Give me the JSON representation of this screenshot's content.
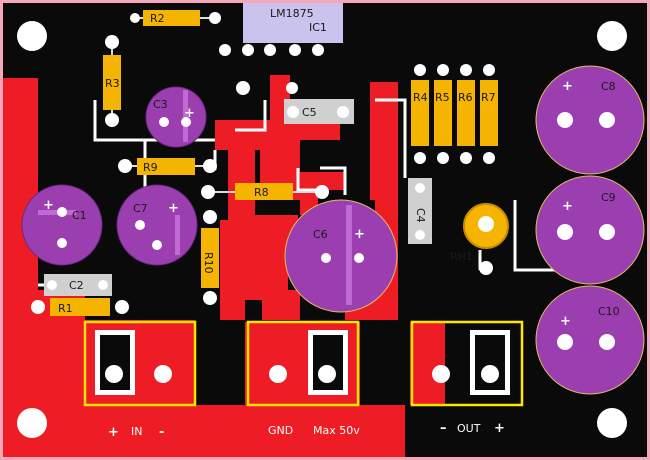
{
  "colors": {
    "border": "#f4a7b9",
    "board": "#0a0a0a",
    "copper": "#ee1c25",
    "mask": "#ffffff",
    "resistor": "#f5b400",
    "cap_electrolytic": "#9b3fb0",
    "cap_stroke": "#6a2a80",
    "cap_ceramic": "#d0d0d0",
    "ic_body": "#c9c3ee",
    "terminal_box": "#ffe600",
    "pad": "#ffffff"
  },
  "ic": {
    "part": "LM1875",
    "ref": "IC1"
  },
  "resistors": {
    "r1": "R1",
    "r2": "R2",
    "r3": "R3",
    "r4": "R4",
    "r5": "R5",
    "r6": "R6",
    "r7": "R7",
    "r8": "R8",
    "r9": "R9",
    "r10": "R10"
  },
  "capacitors": {
    "c1": "C1",
    "c2": "C2",
    "c3": "C3",
    "c4": "C4",
    "c5": "C5",
    "c6": "C6",
    "c7": "C7",
    "c8": "C8",
    "c9": "C9",
    "c10": "C10"
  },
  "rh1": "RH1",
  "polarity": {
    "plus": "+",
    "minus": "-",
    "dash": "–"
  },
  "connectors": {
    "in": "IN",
    "gnd": "GND",
    "max": "Max 50v",
    "out": "OUT"
  }
}
